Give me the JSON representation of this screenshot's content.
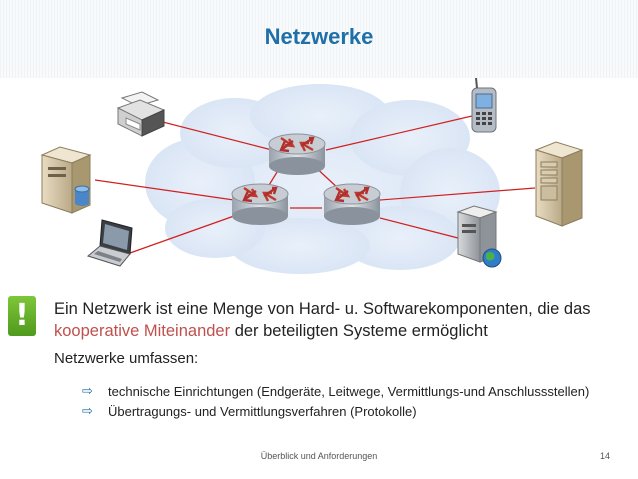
{
  "header": {
    "title": "Netzwerke"
  },
  "diagram": {
    "routers": [
      "router-top",
      "router-left",
      "router-right"
    ],
    "devices": [
      "printer",
      "mobile-phone",
      "database-server",
      "laptop",
      "tower-server",
      "web-server"
    ]
  },
  "statement": {
    "part1": "Ein Netzwerk ist eine Menge von Hard- u. Softwarekomponenten, die das ",
    "highlight": "kooperative Miteinander",
    "part2": " der beteiligten Systeme ermöglicht"
  },
  "warning_icon": "!",
  "subheading": "Netzwerke umfassen:",
  "bullets": [
    "technische Einrichtungen (Endgeräte, Leitwege, Vermittlungs-und Anschlussstellen)",
    "Übertragungs- und Vermittlungsverfahren (Protokolle)"
  ],
  "bullet_glyph": "⇨",
  "footer": {
    "text": "Überblick und Anforderungen",
    "page": "14"
  },
  "colors": {
    "title": "#1f6fa8",
    "highlight": "#c0504d",
    "links": "#d21f1f",
    "warning": "#5ea92a"
  }
}
